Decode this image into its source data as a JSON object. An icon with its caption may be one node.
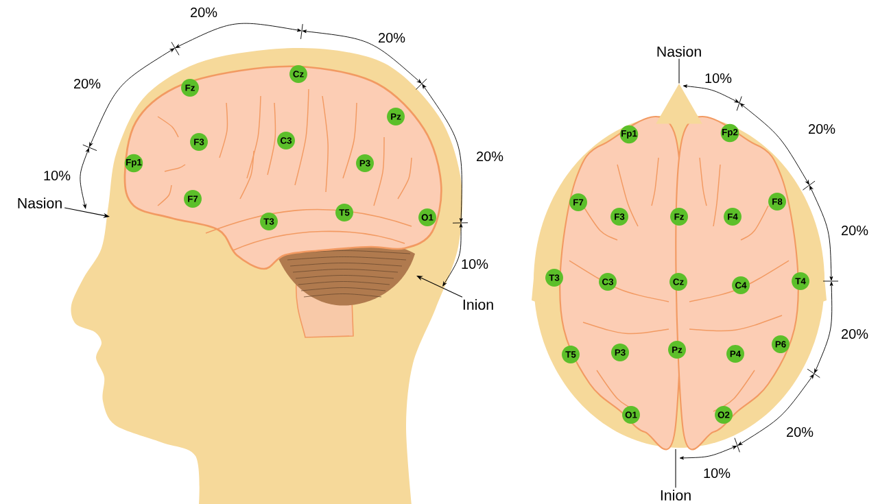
{
  "diagram": {
    "nodes": [
      {
        "text": [
          "Cz"
        ]
      },
      {
        "text": [
          "Fz"
        ]
      },
      {
        "text": [
          "Pz"
        ]
      },
      {
        "text": [
          "F3"
        ]
      },
      {
        "text": [
          "C3"
        ]
      },
      {
        "text": [
          "Fp1"
        ]
      },
      {
        "text": [
          "P3"
        ]
      },
      {
        "text": [
          "F7"
        ]
      },
      {
        "text": [
          "T5"
        ]
      },
      {
        "text": [
          "O1"
        ]
      },
      {
        "text": [
          "T3"
        ]
      },
      {
        "text": [
          "Nasion"
        ]
      },
      {
        "text": [
          "Inion"
        ]
      },
      {
        "text": [
          "Nasion"
        ]
      },
      {
        "text": [
          "Fp1"
        ]
      },
      {
        "text": [
          "Fp2"
        ]
      },
      {
        "text": [
          "F7"
        ]
      },
      {
        "text": [
          "F8"
        ]
      },
      {
        "text": [
          "F3"
        ]
      },
      {
        "text": [
          "Fz"
        ]
      },
      {
        "text": [
          "F4"
        ]
      },
      {
        "text": [
          "T3"
        ]
      },
      {
        "text": [
          "C3"
        ]
      },
      {
        "text": [
          "Cz"
        ]
      },
      {
        "text": [
          "C4"
        ]
      },
      {
        "text": [
          "T4"
        ]
      },
      {
        "text": [
          "T5"
        ]
      },
      {
        "text": [
          "P3"
        ]
      },
      {
        "text": [
          "Pz"
        ]
      },
      {
        "text": [
          "P4"
        ]
      },
      {
        "text": [
          "P6"
        ]
      },
      {
        "text": [
          "O1"
        ]
      },
      {
        "text": [
          "O2"
        ]
      },
      {
        "text": [
          "Inion"
        ]
      },
      {
        "text": [],
        "shape": "triangle"
      }
    ],
    "edges": [
      {
        "from": 11,
        "to": null,
        "arrow": "to"
      },
      {
        "from": 12,
        "to": null,
        "arrow": "to"
      },
      {
        "from": 13,
        "to": 34,
        "arrow": "none"
      },
      {
        "from": 33,
        "to": null,
        "arrow": "none"
      }
    ],
    "labels": [
      "20%",
      "20%",
      "20%",
      "20%",
      "10%",
      "10%",
      "10%",
      "20%",
      "20%",
      "20%",
      "20%",
      "10%"
    ]
  }
}
